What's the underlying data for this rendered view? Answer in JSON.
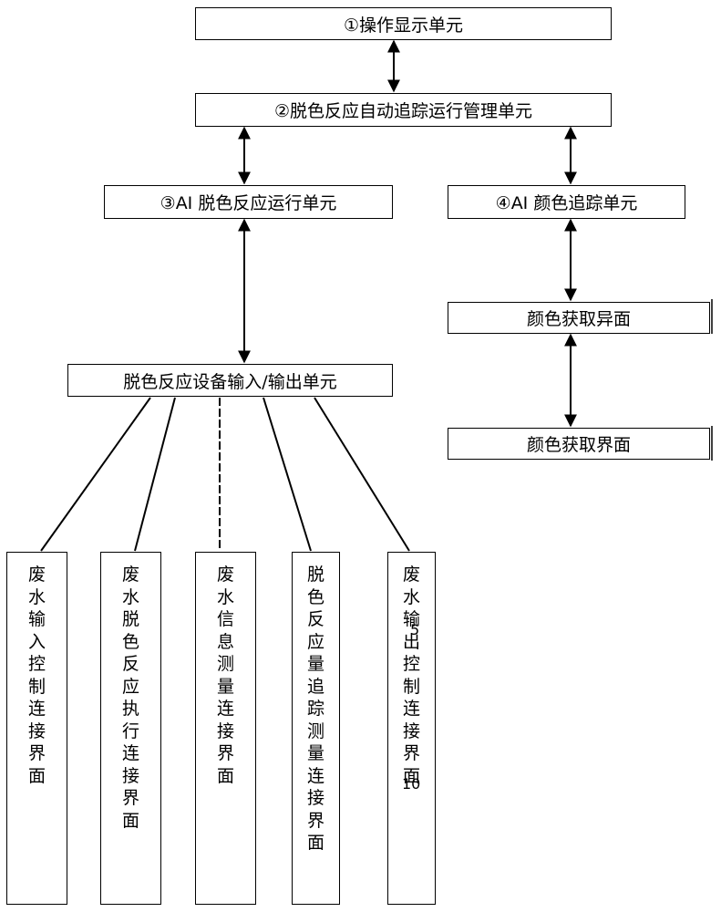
{
  "diagram": {
    "nodes": {
      "operation_display": "①操作显示单元",
      "auto_tracking_mgmt": "②脱色反应自动追踪运行管理单元",
      "ai_decolor_run": "③AI 脱色反应运行单元",
      "ai_color_tracking": "④AI 颜色追踪单元",
      "color_acq_interface_a": "颜色获取异面",
      "color_acq_interface_b": "颜色获取界面",
      "device_io": "脱色反应设备输入/输出单元"
    },
    "interfaces": [
      "废水输入控制连接界面",
      "废水脱色反应执行连接界面",
      "废水信息测量连接界面",
      "脱色反应量追踪测量连接界面",
      "废水输出控制连接界面"
    ],
    "stray_marks": {
      "mark_5": "5",
      "mark_10": "10"
    }
  }
}
